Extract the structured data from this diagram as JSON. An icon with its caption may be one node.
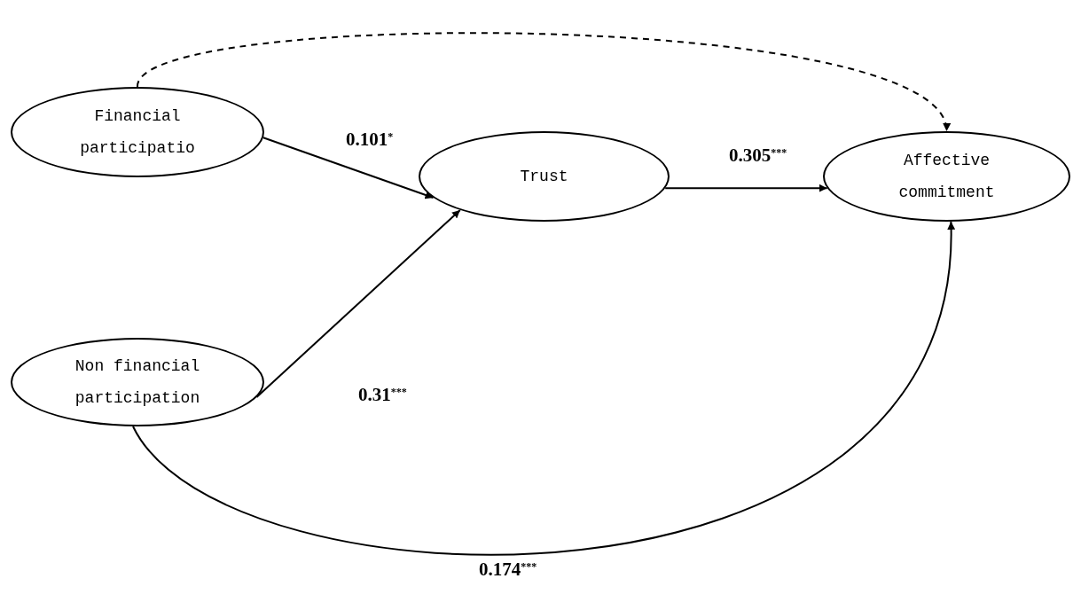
{
  "diagram": {
    "nodes": [
      {
        "text": [
          "Financial participatio"
        ]
      },
      {
        "text": [
          "Trust"
        ]
      },
      {
        "text": [
          "Affective commitment"
        ]
      },
      {
        "text": [
          "Non financial participation"
        ]
      }
    ],
    "edges": [
      {
        "from": 0,
        "to": 1,
        "arrow": "to",
        "label": "0.101$^{*}$"
      },
      {
        "from": 3,
        "to": 1,
        "arrow": "to",
        "label": "0.31$^{***}$"
      },
      {
        "from": 1,
        "to": 2,
        "arrow": "to",
        "label": "0.305$^{***}$"
      },
      {
        "from": 3,
        "to": 2,
        "arrow": "to",
        "label": "0.174$^{***}$"
      },
      {
        "from": 0,
        "to": 2,
        "arrow": "to",
        "style": "dashed"
      }
    ]
  }
}
